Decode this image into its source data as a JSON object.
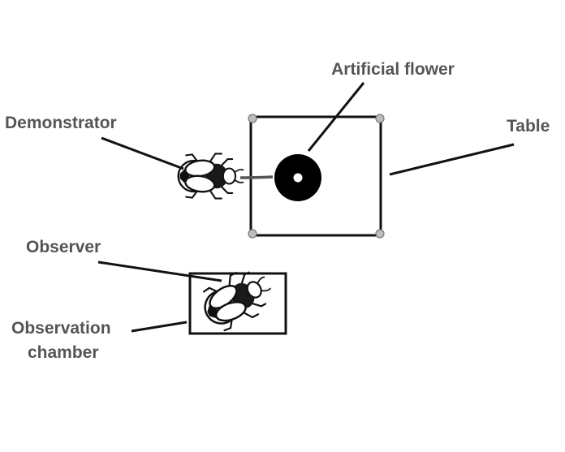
{
  "labels": {
    "artificial_flower": "Artificial flower",
    "demonstrator": "Demonstrator",
    "table": "Table",
    "observer": "Observer",
    "observation_chamber_line1": "Observation",
    "observation_chamber_line2": "chamber"
  },
  "colors": {
    "label_text": "#555555",
    "line": "#111111",
    "flower": "#000000",
    "table_corner": "#bdbdbd"
  },
  "icons": {
    "demonstrator": "bumblebee-icon",
    "observer": "bumblebee-icon",
    "flower": "artificial-flower-disc"
  }
}
